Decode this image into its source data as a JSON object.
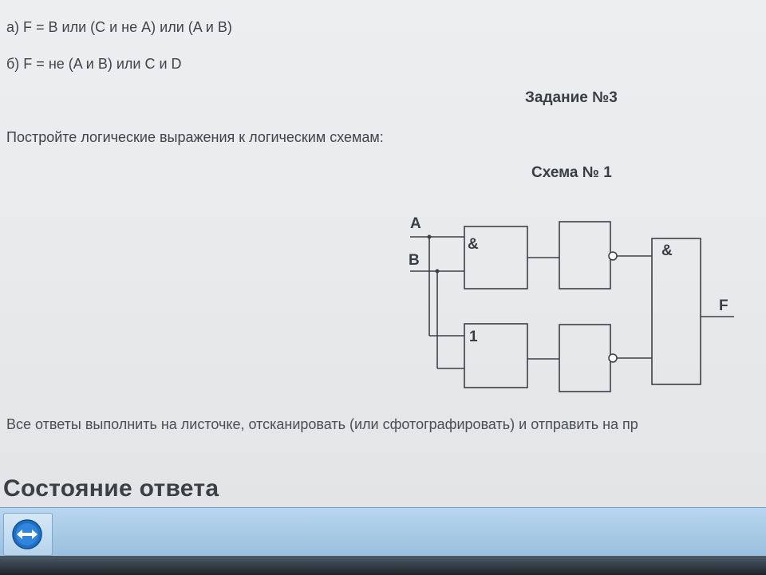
{
  "content": {
    "line_a": "а) F = B или (C и не A) или (A и B)",
    "line_b": "б) F = не (A и B) или C и D",
    "task_title": "Задание №3",
    "instruction": "Постройте логические выражения к логическим схемам:",
    "schema_title": "Схема № 1",
    "footer_note": "Все ответы выполнить на листочке, отсканировать (или сфотографировать) и отправить на пр",
    "answer_status": "Состояние ответа"
  },
  "circuit": {
    "input_a": "A",
    "input_b": "B",
    "gate_and_top": "&",
    "gate_or": "1",
    "gate_and_final": "&",
    "output": "F"
  },
  "taskbar": {
    "app_icon": "teamviewer-icon"
  },
  "colors": {
    "page_bg": "#e8eaec",
    "text": "#404349",
    "taskbar": "#a9cbe6"
  }
}
